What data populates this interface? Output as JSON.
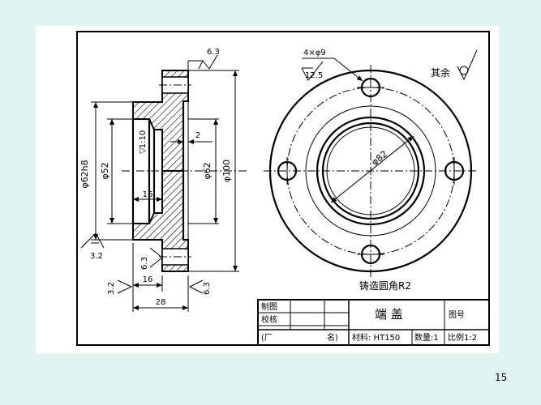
{
  "dimensions": {
    "roughness_top": "6.3",
    "hole_callout": "4×φ9",
    "hole_roughness": "12.5",
    "remaining_roughness": "其余",
    "step_2": "2",
    "taper": "1:10",
    "dia_62h8": "φ62h8",
    "dia_52": "φ52",
    "dia_62": "φ62",
    "dia_100": "φ100",
    "len_16_inner": "16",
    "roughness_left": "3.2",
    "roughness_flange": "6.3",
    "roughness_bottom_left": "3.2",
    "len_16_bottom": "16",
    "roughness_bottom_right": "6.3",
    "len_28": "28",
    "dia_82": "φ82",
    "casting_note": "铸造圆角R2"
  },
  "title_block": {
    "drawn_label": "制图",
    "checked_label": "校核",
    "factory_label": "(厂",
    "name_label": "名)",
    "part_name": "端 盖",
    "drawing_no_label": "图号",
    "material": "材料: HT150",
    "quantity": "数量:1",
    "scale": "比例1:2"
  },
  "page_number": "15"
}
